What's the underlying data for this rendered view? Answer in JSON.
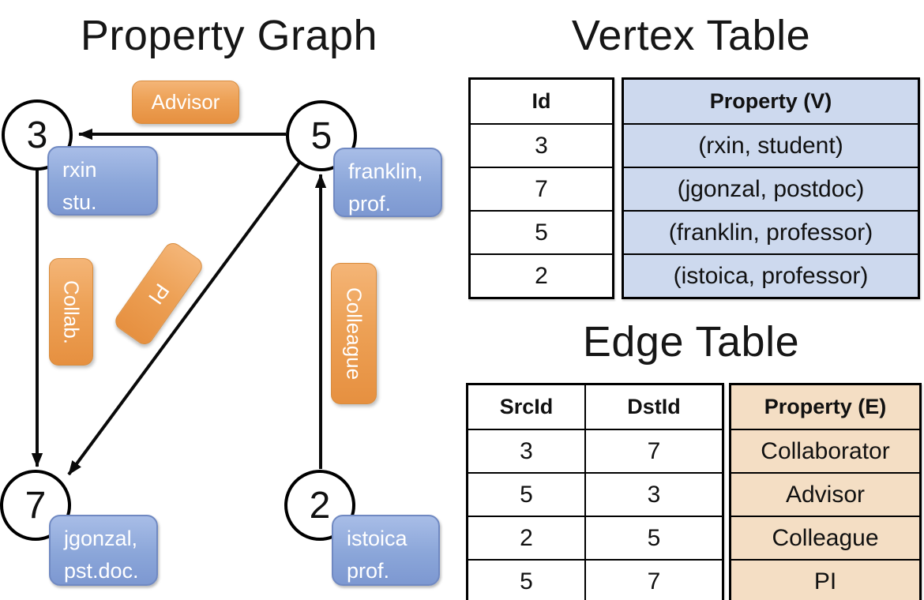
{
  "panel_graph": {
    "title": "Property Graph",
    "nodes": [
      {
        "id": "3",
        "prop1": "rxin",
        "prop2": "stu."
      },
      {
        "id": "5",
        "prop1": "franklin,",
        "prop2": "prof."
      },
      {
        "id": "7",
        "prop1": "jgonzal,",
        "prop2": "pst.doc."
      },
      {
        "id": "2",
        "prop1": "istoica",
        "prop2": "prof."
      }
    ],
    "edges": [
      {
        "label": "Advisor",
        "src": "5",
        "dst": "3"
      },
      {
        "label": "Collab.",
        "src": "3",
        "dst": "7"
      },
      {
        "label": "PI",
        "src": "5",
        "dst": "7"
      },
      {
        "label": "Colleague",
        "src": "2",
        "dst": "5"
      }
    ]
  },
  "vertex_table": {
    "title": "Vertex Table",
    "columns": [
      "Id",
      "Property (V)"
    ],
    "rows": [
      [
        "3",
        "(rxin, student)"
      ],
      [
        "7",
        "(jgonzal, postdoc)"
      ],
      [
        "5",
        "(franklin, professor)"
      ],
      [
        "2",
        "(istoica, professor)"
      ]
    ]
  },
  "edge_table": {
    "title": "Edge Table",
    "columns": [
      "SrcId",
      "DstId",
      "Property (E)"
    ],
    "rows": [
      [
        "3",
        "7",
        "Collaborator"
      ],
      [
        "5",
        "3",
        "Advisor"
      ],
      [
        "2",
        "5",
        "Colleague"
      ],
      [
        "5",
        "7",
        "PI"
      ]
    ]
  },
  "colors": {
    "edge_label_orange": "#EDA156",
    "vertex_label_blue": "#8BA6D9",
    "vertex_table_fill": "#CDD9EE",
    "edge_table_fill": "#F4DEC4",
    "line_black": "#0A0A0A"
  }
}
